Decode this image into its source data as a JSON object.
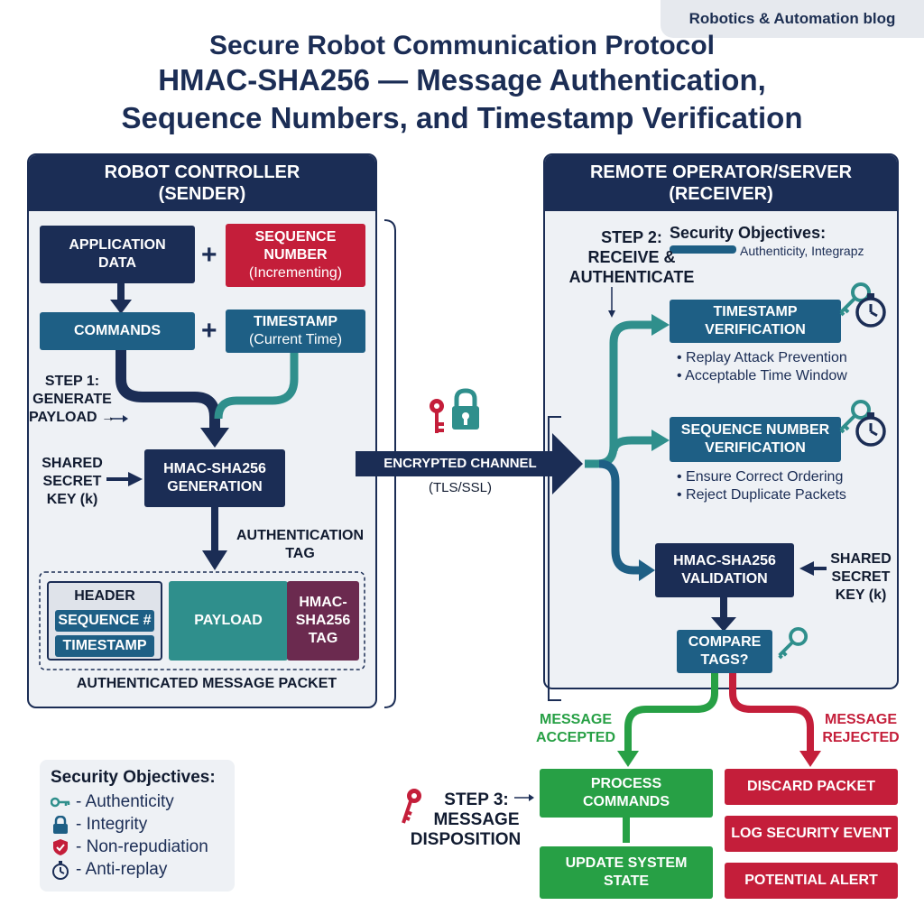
{
  "blog_tag": "Robotics & Automation blog",
  "title": {
    "line1": "Secure Robot Communication Protocol",
    "line2": "HMAC-SHA256 — Message Authentication,",
    "line3": "Sequence Numbers, and Timestamp Verification"
  },
  "sender": {
    "title_line1": "ROBOT CONTROLLER",
    "title_line2": "(SENDER)",
    "app_data": {
      "line1": "APPLICATION",
      "line2": "DATA"
    },
    "seq_number": {
      "line1": "SEQUENCE",
      "line2": "NUMBER",
      "line3": "(Incrementing)"
    },
    "commands": "COMMANDS",
    "timestamp": {
      "line1": "TIMESTAMP",
      "line2": "(Current Time)"
    },
    "plus": "+",
    "step1": {
      "line1": "STEP 1:",
      "line2": "GENERATE",
      "line3": "PAYLOAD →"
    },
    "shared_key": {
      "line1": "SHARED",
      "line2": "SECRET",
      "line3": "KEY (k)"
    },
    "hmac_gen": {
      "line1": "HMAC-SHA256",
      "line2": "GENERATION"
    },
    "auth_tag": {
      "line1": "AUTHENTICATION",
      "line2": "TAG"
    },
    "packet": {
      "header": "HEADER",
      "seq": "SEQUENCE #",
      "ts": "TIMESTAMP",
      "payload": "PAYLOAD",
      "tag_line1": "HMAC-",
      "tag_line2": "SHA256",
      "tag_line3": "TAG",
      "caption": "AUTHENTICATED MESSAGE PACKET"
    }
  },
  "channel": {
    "label": "ENCRYPTED CHANNEL",
    "sub": "(TLS/SSL)"
  },
  "receiver": {
    "title_line1": "REMOTE OPERATOR/SERVER",
    "title_line2": "(RECEIVER)",
    "step2": {
      "line1": "STEP 2:",
      "line2": "RECEIVE &",
      "line3": "AUTHENTICATE"
    },
    "objectives": {
      "title": "Security Objectives:",
      "text": "Authenticity, Integrapz"
    },
    "ts_verify": {
      "line1": "TIMESTAMP",
      "line2": "VERIFICATION",
      "b1": "• Replay Attack Prevention",
      "b2": "• Acceptable Time Window"
    },
    "seq_verify": {
      "line1": "SEQUENCE NUMBER",
      "line2": "VERIFICATION",
      "b1": "• Ensure Correct Ordering",
      "b2": "• Reject Duplicate Packets"
    },
    "hmac_val": {
      "line1": "HMAC-SHA256",
      "line2": "VALIDATION"
    },
    "shared_key": {
      "line1": "SHARED",
      "line2": "SECRET",
      "line3": "KEY (k)"
    },
    "compare": {
      "line1": "COMPARE",
      "line2": "TAGS?"
    }
  },
  "outcomes": {
    "accepted": {
      "line1": "MESSAGE",
      "line2": "ACCEPTED"
    },
    "rejected": {
      "line1": "MESSAGE",
      "line2": "REJECTED"
    },
    "step3": {
      "line1": "STEP 3:",
      "line2": "MESSAGE",
      "line3": "DISPOSITION"
    },
    "process": {
      "line1": "PROCESS",
      "line2": "COMMANDS"
    },
    "update": {
      "line1": "UPDATE SYSTEM",
      "line2": "STATE"
    },
    "discard": "DISCARD PACKET",
    "log": "LOG SECURITY EVENT",
    "alert": "POTENTIAL ALERT"
  },
  "legend": {
    "title": "Security Objectives:",
    "items": [
      "- Authenticity",
      "- Integrity",
      "- Non-repudiation",
      "- Anti-replay"
    ]
  },
  "colors": {
    "navy": "#1b2d55",
    "teal": "#2f8f8c",
    "red": "#c41e3a",
    "green": "#27a045"
  },
  "icons": [
    "key-icon",
    "lock-icon",
    "shield-icon",
    "stopwatch-icon"
  ]
}
